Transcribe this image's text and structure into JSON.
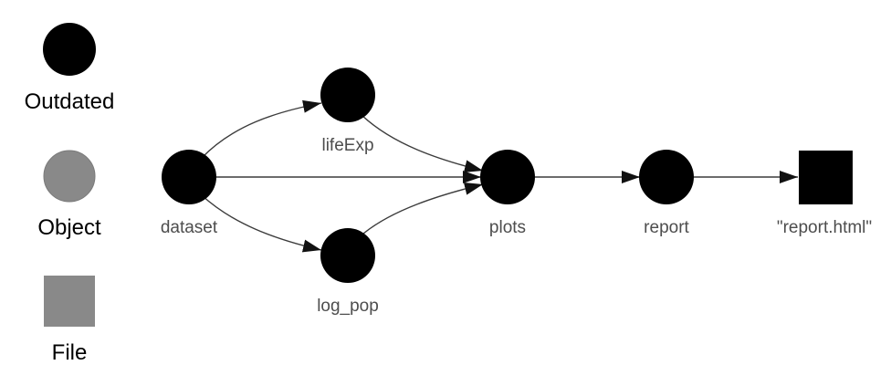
{
  "legend": {
    "items": [
      {
        "label": "Outdated",
        "shape": "circle",
        "color": "#000000"
      },
      {
        "label": "Object",
        "shape": "circle",
        "color": "#898989"
      },
      {
        "label": "File",
        "shape": "square",
        "color": "#898989"
      }
    ]
  },
  "graph": {
    "nodes": [
      {
        "id": "dataset",
        "label": "dataset",
        "shape": "circle",
        "status": "Outdated"
      },
      {
        "id": "lifeExp",
        "label": "lifeExp",
        "shape": "circle",
        "status": "Outdated"
      },
      {
        "id": "log_pop",
        "label": "log_pop",
        "shape": "circle",
        "status": "Outdated"
      },
      {
        "id": "plots",
        "label": "plots",
        "shape": "circle",
        "status": "Outdated"
      },
      {
        "id": "report",
        "label": "report",
        "shape": "circle",
        "status": "Outdated"
      },
      {
        "id": "report_html",
        "label": "\"report.html\"",
        "shape": "square",
        "status": "Outdated"
      }
    ],
    "edges": [
      {
        "from": "dataset",
        "to": "lifeExp"
      },
      {
        "from": "dataset",
        "to": "log_pop"
      },
      {
        "from": "dataset",
        "to": "plots"
      },
      {
        "from": "lifeExp",
        "to": "plots"
      },
      {
        "from": "log_pop",
        "to": "plots"
      },
      {
        "from": "plots",
        "to": "report"
      },
      {
        "from": "report",
        "to": "report_html"
      }
    ]
  },
  "colors": {
    "outdated": "#000000",
    "object": "#898989",
    "edge": "#3c3c3c",
    "label": "#4d4d4d"
  }
}
